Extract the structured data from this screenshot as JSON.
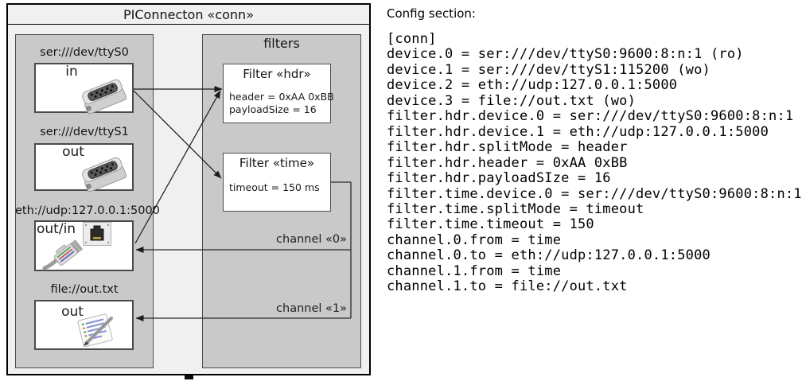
{
  "diagram": {
    "title": "PIConnecton «conn»",
    "filters_panel_title": "filters",
    "devices": [
      {
        "label": "ser:///dev/ttyS0",
        "direction": "in",
        "icon": "serial-connector"
      },
      {
        "label": "ser:///dev/ttyS1",
        "direction": "out",
        "icon": "serial-connector"
      },
      {
        "label": "eth://udp:127.0.0.1:5000",
        "direction": "out/in",
        "icon": "ethernet-connector"
      },
      {
        "label": "file://out.txt",
        "direction": "out",
        "icon": "notepad"
      }
    ],
    "filters": [
      {
        "title": "Filter «hdr»",
        "properties": [
          "header = 0xAA 0xBB",
          "payloadSize = 16"
        ]
      },
      {
        "title": "Filter «time»",
        "properties": [
          "timeout = 150 ms"
        ]
      }
    ],
    "channels": [
      {
        "label": "channel «0»"
      },
      {
        "label": "channel «1»"
      }
    ],
    "colors": {
      "outer_fill": "#f0f0f0",
      "panel_fill": "#c9c9c9",
      "box_fill": "#ffffff",
      "line": "#1a1a1a"
    }
  },
  "config": {
    "heading": "Config section:",
    "lines": [
      "[conn]",
      "device.0 = ser:///dev/ttyS0:9600:8:n:1 (ro)",
      "device.1 = ser:///dev/ttyS1:115200 (wo)",
      "device.2 = eth://udp:127.0.0.1:5000",
      "device.3 = file://out.txt (wo)",
      "filter.hdr.device.0 = ser:///dev/ttyS0:9600:8:n:1",
      "filter.hdr.device.1 = eth://udp:127.0.0.1:5000",
      "filter.hdr.splitMode = header",
      "filter.hdr.header = 0xAA 0xBB",
      "filter.hdr.payloadSIze = 16",
      "filter.time.device.0 = ser:///dev/ttyS0:9600:8:n:1",
      "filter.time.splitMode = timeout",
      "filter.time.timeout = 150",
      "channel.0.from = time",
      "channel.0.to = eth://udp:127.0.0.1:5000",
      "channel.1.from = time",
      "channel.1.to = file://out.txt"
    ]
  }
}
